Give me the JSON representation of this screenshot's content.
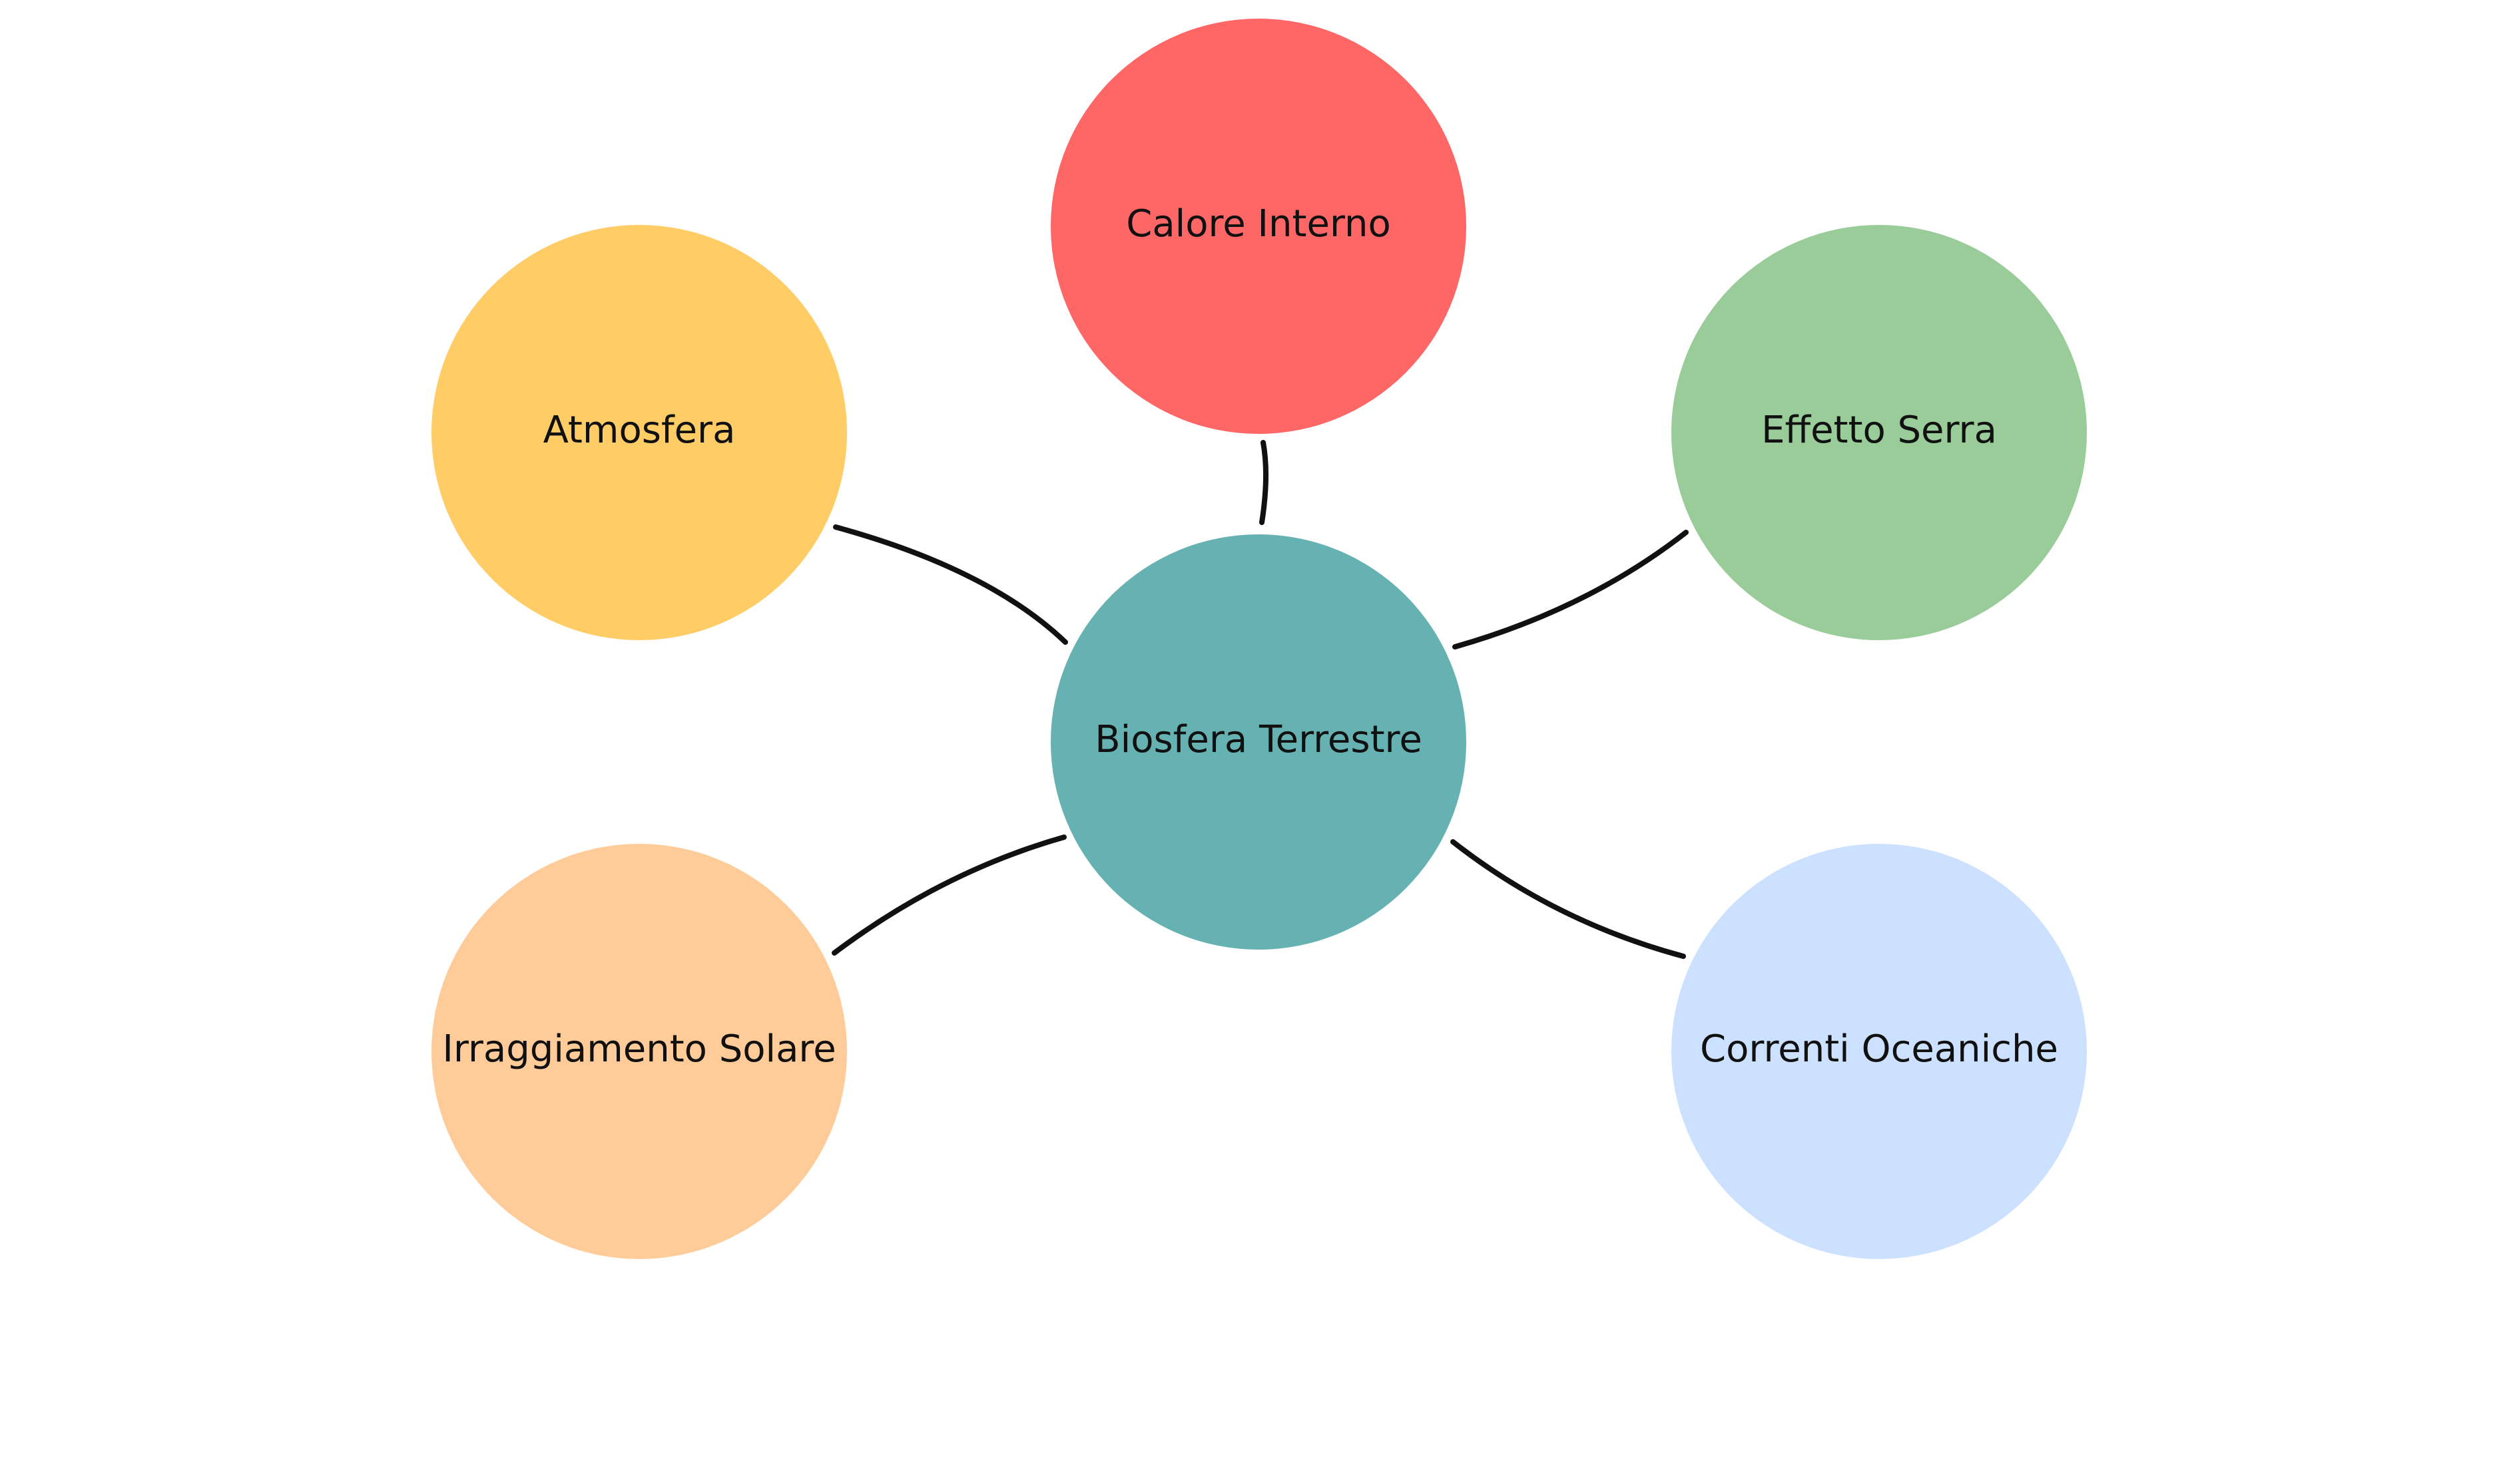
{
  "diagram": {
    "center": {
      "label": "Biosfera Terrestre",
      "color": "#66b2b2"
    },
    "nodes": [
      {
        "id": "calore-interno",
        "label": "Calore Interno",
        "color": "#ff6666"
      },
      {
        "id": "atmosfera",
        "label": "Atmosfera",
        "color": "#ffcc66"
      },
      {
        "id": "effetto-serra",
        "label": "Effetto Serra",
        "color": "#99cc99"
      },
      {
        "id": "irraggiamento-solare",
        "label": "Irraggiamento Solare",
        "color": "#ffcc99"
      },
      {
        "id": "correnti-oceaniche",
        "label": "Correnti Oceaniche",
        "color": "#cce0ff"
      }
    ],
    "connector_color": "#111111"
  }
}
